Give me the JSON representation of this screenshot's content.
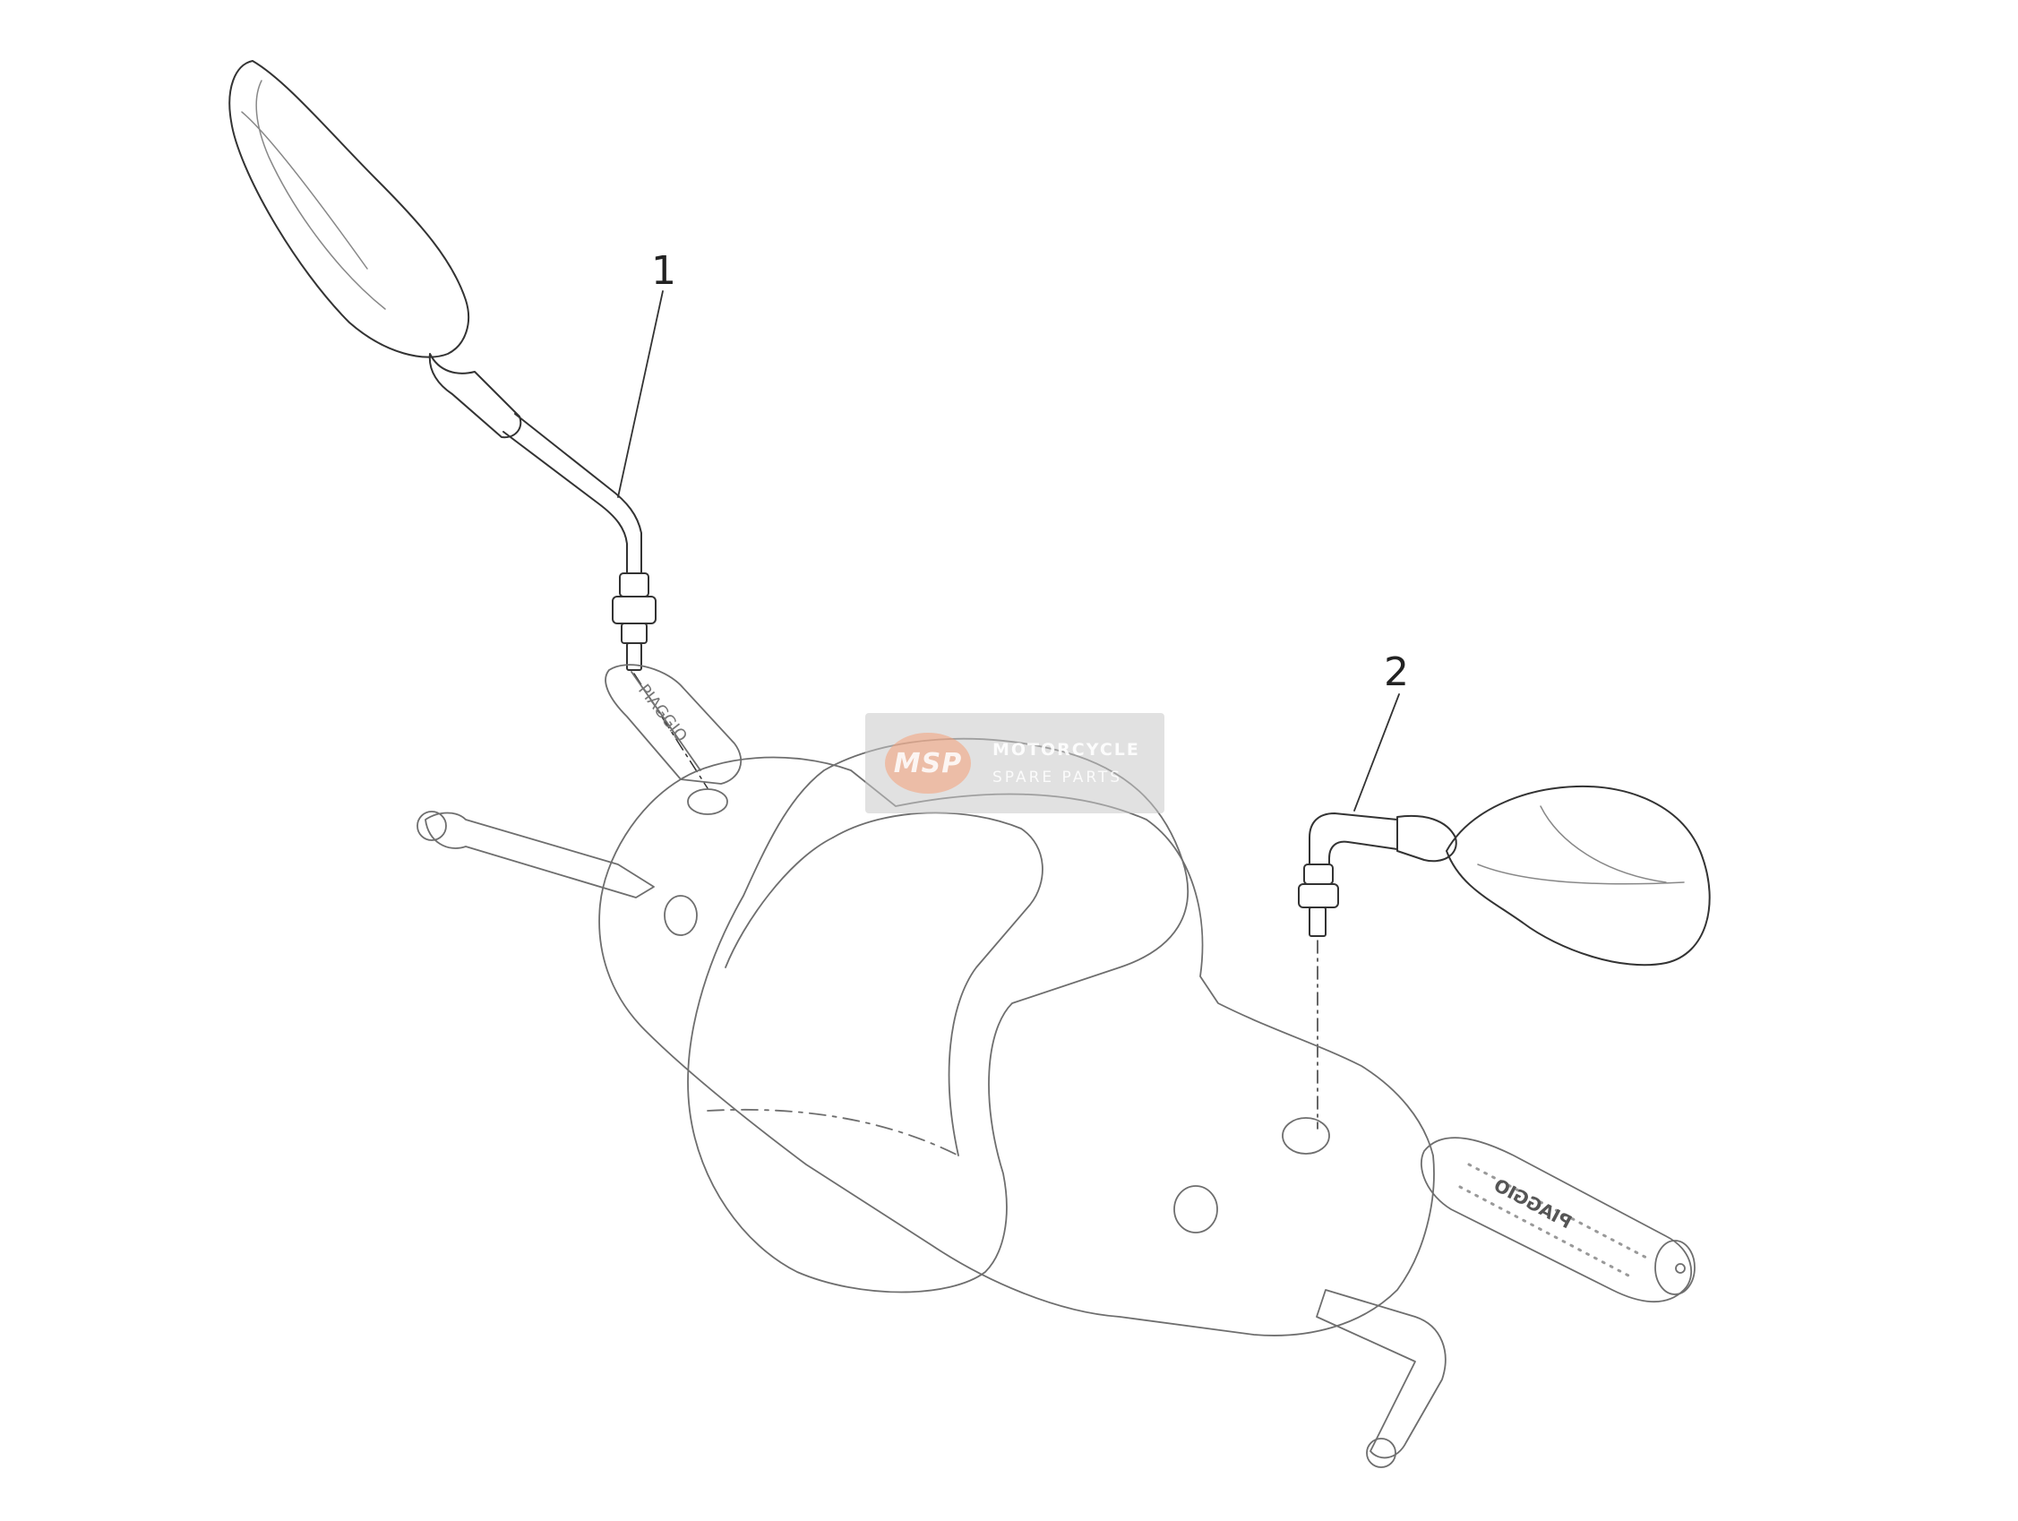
{
  "callouts": [
    {
      "label": "1",
      "part": "left-mirror"
    },
    {
      "label": "2",
      "part": "right-mirror"
    }
  ],
  "grip_brand_left": "PIAGGIO",
  "grip_brand_right": "PIAGGIO",
  "watermark": {
    "logo_text": "MSP",
    "line1": "MOTORCYCLE",
    "line2": "SPARE PARTS"
  },
  "colors": {
    "line": "#333333",
    "faint_line": "#9a9a9a",
    "watermark_bg": "#c8c8c8",
    "watermark_logo": "#f5a078"
  }
}
